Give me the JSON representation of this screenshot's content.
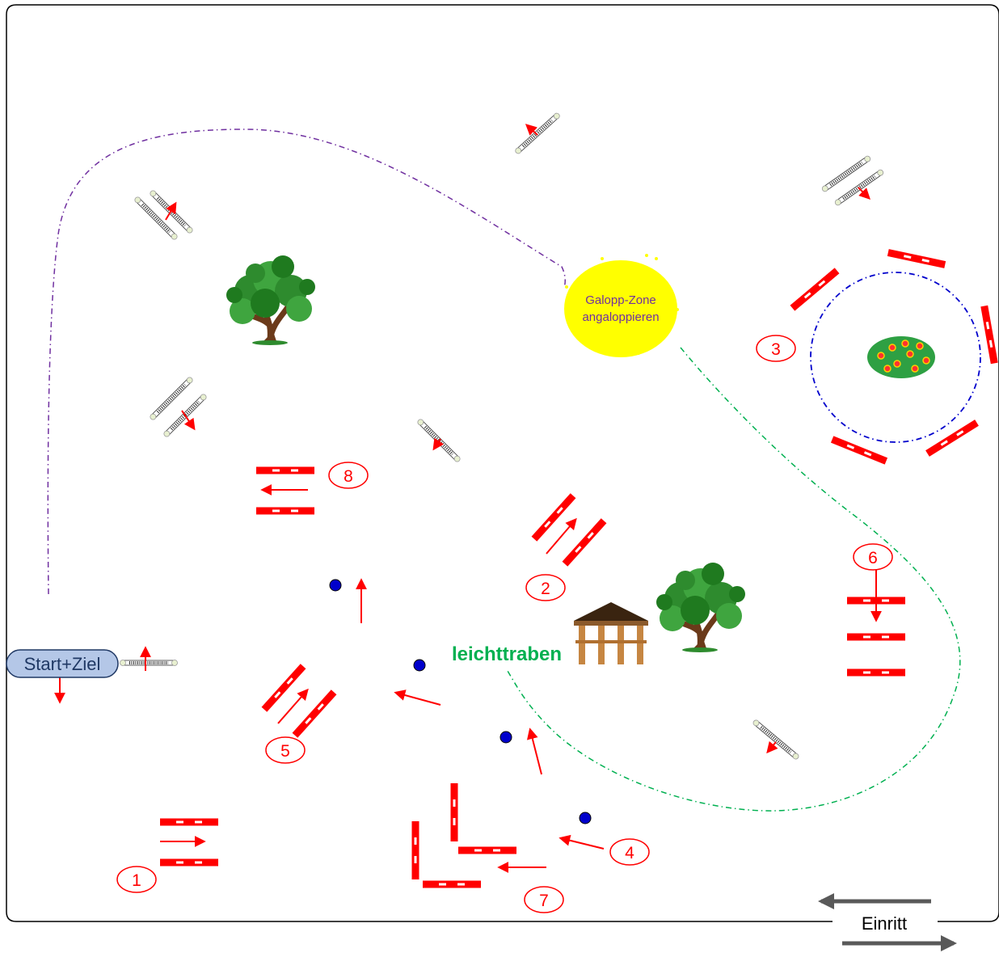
{
  "diagram": {
    "start_label": "Start+Ziel",
    "gallop_zone": {
      "line1": "Galopp-Zone",
      "line2": "angaloppieren"
    },
    "trot_label": "leichttraben",
    "entrance_label": "Einritt",
    "obstacle_numbers": [
      "1",
      "2",
      "3",
      "4",
      "5",
      "6",
      "7",
      "8"
    ],
    "colors": {
      "obstacle_red": "#ff0000",
      "gallop_yellow": "#ffff00",
      "gallop_text": "#7030a0",
      "trot_green": "#00b050",
      "start_fill": "#b4c7e7",
      "start_stroke": "#1f3864",
      "start_text": "#1f3864",
      "marker_blue": "#0000cc",
      "purple_path": "#7030a0",
      "green_path": "#00b050",
      "blue_circle": "#0000cc"
    }
  }
}
